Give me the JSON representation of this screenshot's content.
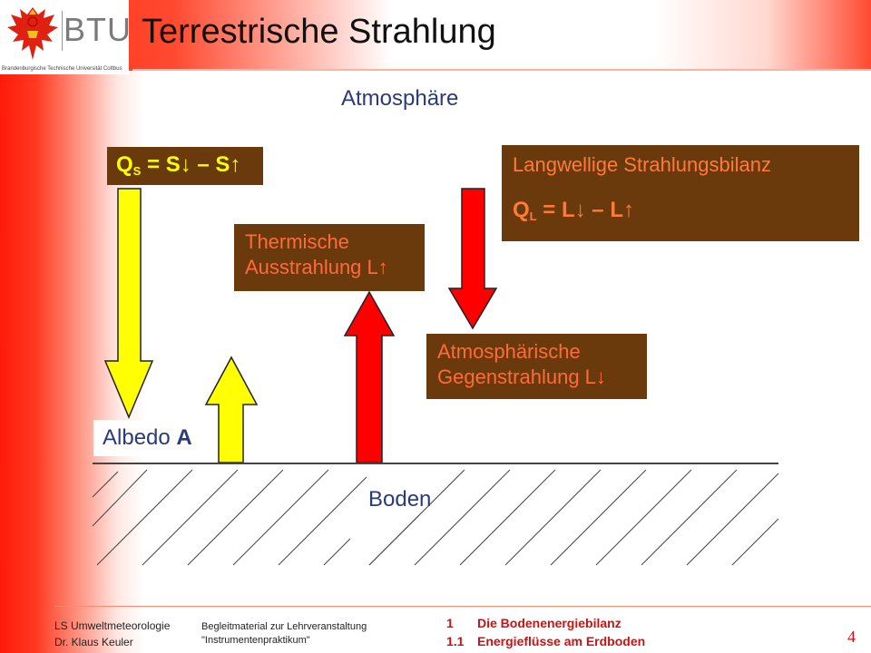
{
  "header": {
    "logo_text": "BTU",
    "logo_subtitle": "Brandenburgische Technische Universität Cottbus",
    "title": "Terrestrische Strahlung"
  },
  "diagram": {
    "atmosphere_label": "Atmosphäre",
    "qs_formula": {
      "q": "Q",
      "sub": "S",
      "rest": " = S↓ – S↑"
    },
    "longwave_box": {
      "line1": "Langwellige Strahlungsbilanz",
      "q": "Q",
      "sub": "L",
      "rest": " = L↓ – L↑"
    },
    "thermal_box": {
      "line1": "Thermische",
      "line2": "Ausstrahlung L↑"
    },
    "counter_box": {
      "line1": "Atmosphärische",
      "line2": "Gegenstrahlung L↓"
    },
    "albedo_label": "Albedo",
    "albedo_symbol": "A",
    "ground_label": "Boden",
    "colors": {
      "box_bg": "#6a3a0c",
      "box_text": "#ff7a3a",
      "yellow_arrow": "#ffff00",
      "red_arrow": "#ff0000",
      "label_blue": "#2a3a7a"
    }
  },
  "footer": {
    "left_line1": "LS Umweltmeteorologie",
    "left_line2": "Dr. Klaus Keuler",
    "mid_line1": "Begleitmaterial zur Lehrveranstaltung",
    "mid_line2": "\"Instrumentenpraktikum\"",
    "chapter_num": "1",
    "chapter_title": "Die Bodenenergiebilanz",
    "section_num": "1.1",
    "section_title": "Energieflüsse am Erdboden",
    "page_number": "4"
  }
}
